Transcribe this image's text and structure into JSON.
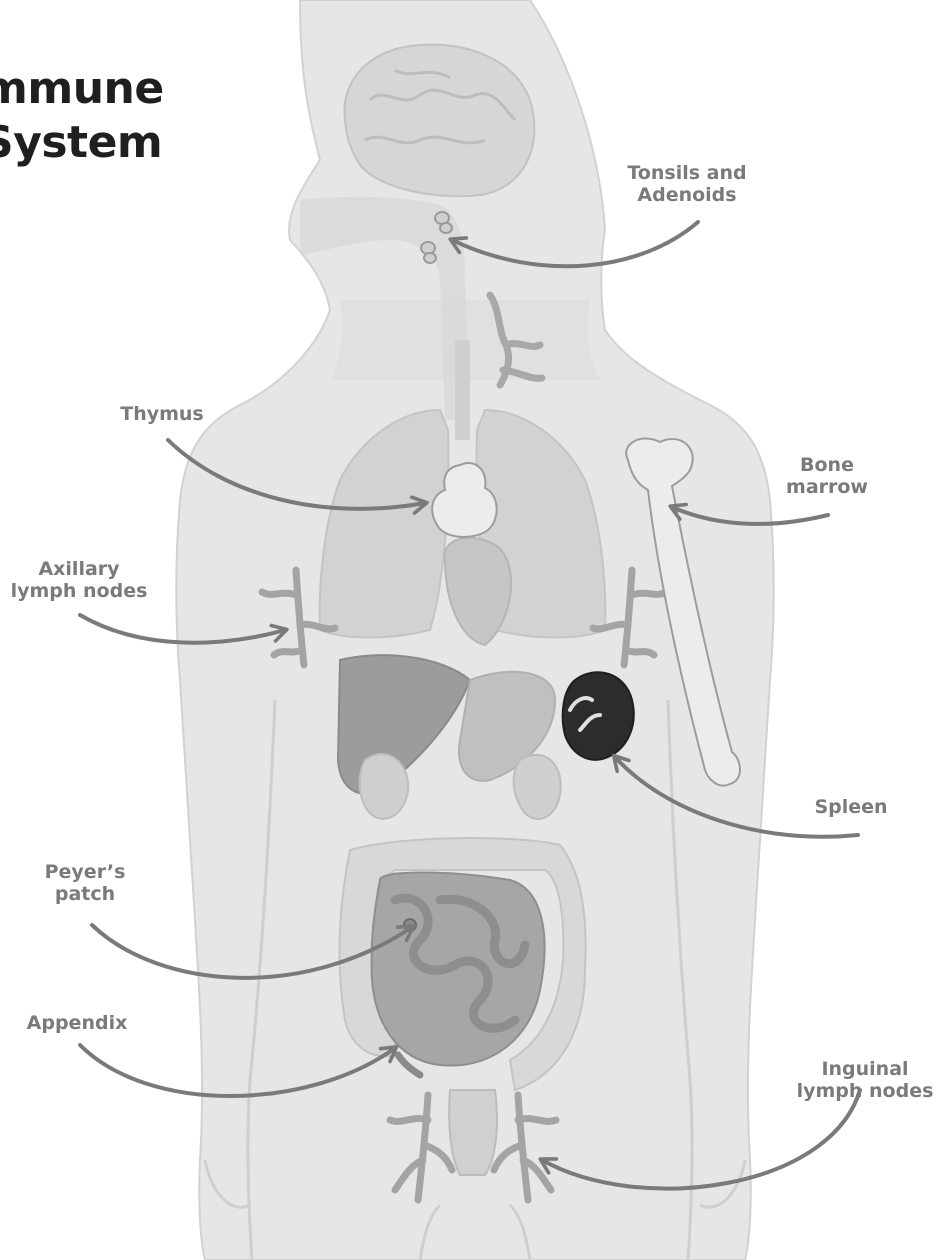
{
  "title": {
    "line1": "mmune",
    "line2": "System"
  },
  "labels": {
    "tonsils": {
      "line1": "Tonsils and",
      "line2": "Adenoids"
    },
    "thymus": "Thymus",
    "bone_marrow": {
      "line1": "Bone",
      "line2": "marrow"
    },
    "axillary": {
      "line1": "Axillary",
      "line2": "lymph nodes"
    },
    "spleen": "Spleen",
    "peyers": {
      "line1": "Peyer’s",
      "line2": "patch"
    },
    "appendix": "Appendix",
    "inguinal": {
      "line1": "Inguinal",
      "line2": "lymph nodes"
    }
  },
  "colors": {
    "body_fill": "#e6e6e6",
    "organ_fill": "#d4d4d4",
    "dark_organ": "#8a8a8a",
    "spleen": "#2c2c2c",
    "arrow": "#7a7a7a"
  }
}
